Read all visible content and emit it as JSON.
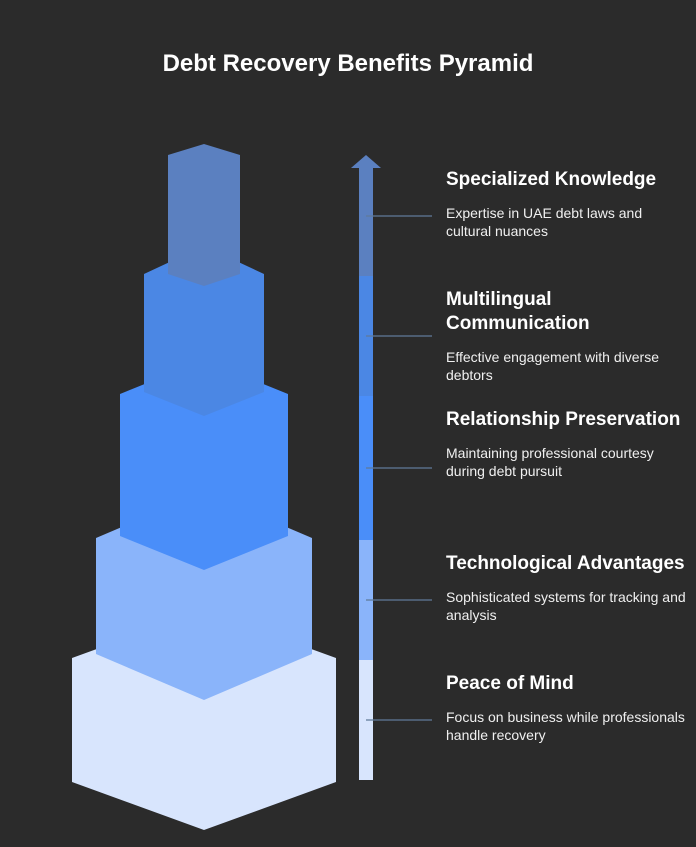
{
  "title": "Debt Recovery Benefits Pyramid",
  "colors": {
    "background": "#2b2b2b",
    "connector": "#5f7a99"
  },
  "levels": [
    {
      "heading": "Specialized Knowledge",
      "description": "Expertise in UAE debt laws and cultural nuances",
      "color": "#5b80c0"
    },
    {
      "heading": "Multilingual Communication",
      "description": "Effective engagement with diverse debtors",
      "color": "#4b87e4"
    },
    {
      "heading": "Relationship Preservation",
      "description": "Maintaining professional courtesy during debt pursuit",
      "color": "#4a8ef9"
    },
    {
      "heading": "Technological Advantages",
      "description": "Sophisticated systems for tracking and analysis",
      "color": "#8ab4fa"
    },
    {
      "heading": "Peace of Mind",
      "description": "Focus on business while professionals handle recovery",
      "color": "#d8e5fd"
    }
  ]
}
